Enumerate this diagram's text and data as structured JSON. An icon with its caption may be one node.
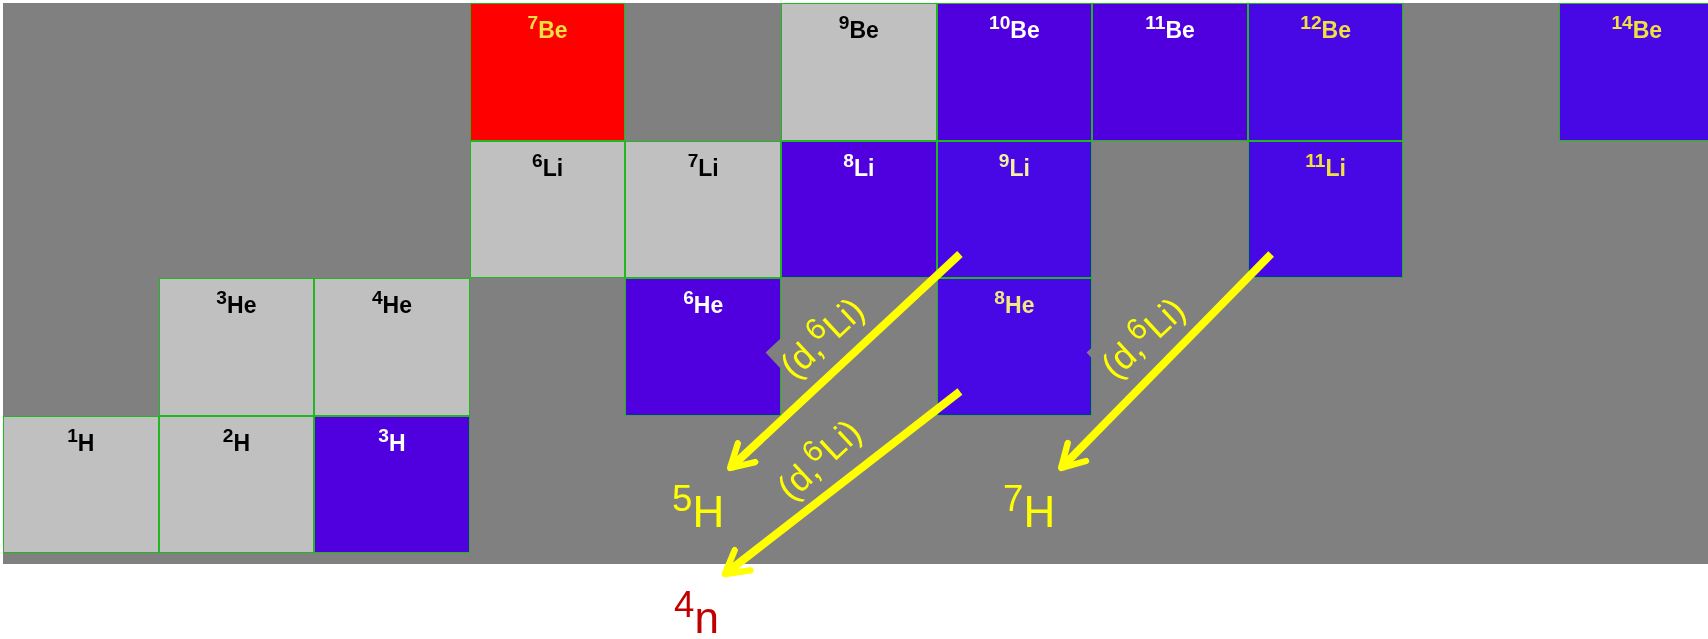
{
  "diagram": {
    "nodes": [
      {
        "text": [
          "$^{7}$Be"
        ]
      },
      {
        "text": [
          "$^{9}$Be"
        ]
      },
      {
        "text": [
          "$^{10}$Be"
        ]
      },
      {
        "text": [
          "$^{11}$Be"
        ]
      },
      {
        "text": [
          "$^{12}$Be"
        ]
      },
      {
        "text": [
          "$^{14}$Be"
        ]
      },
      {
        "text": [
          "$^{6}$Li"
        ]
      },
      {
        "text": [
          "$^{7}$Li"
        ]
      },
      {
        "text": [
          "$^{8}$Li"
        ]
      },
      {
        "text": [
          "$^{9}$Li"
        ]
      },
      {
        "text": [
          "$^{11}$Li"
        ]
      },
      {
        "text": [
          "$^{3}$He"
        ]
      },
      {
        "text": [
          "$^{4}$He"
        ]
      },
      {
        "text": [
          "$^{6}$He"
        ]
      },
      {
        "text": [
          "$^{8}$He"
        ]
      },
      {
        "text": [
          "$^{1}$H"
        ]
      },
      {
        "text": [
          "$^{2}$H"
        ]
      },
      {
        "text": [
          "$^{3}$H"
        ]
      },
      {
        "text": [
          "$^{5}$H"
        ]
      },
      {
        "text": [
          "$^{7}$H"
        ]
      },
      {
        "text": [
          "$^{4}$n"
        ]
      }
    ],
    "edges": [
      {
        "from": 9,
        "to": 18,
        "arrow": "to",
        "label": "(d,$^{6}$Li)"
      },
      {
        "from": 14,
        "to": 20,
        "arrow": "to",
        "label": "(d,$^{6}$Li)"
      },
      {
        "from": 10,
        "to": 19,
        "arrow": "to",
        "label": "(d,$^{6}$Li)"
      }
    ]
  }
}
